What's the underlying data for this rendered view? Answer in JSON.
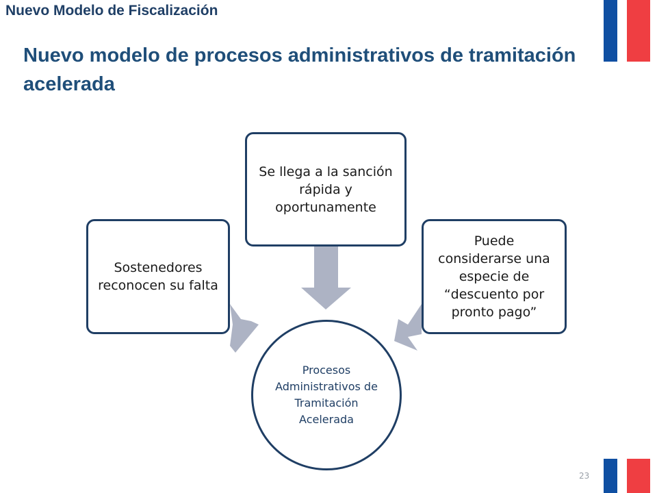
{
  "header": {
    "small_title": "Nuevo Modelo de Fiscalización"
  },
  "slide": {
    "title": "Nuevo modelo de procesos administrativos de tramitación acelerada",
    "page_number": "23"
  },
  "diagram": {
    "center": "Procesos Administrativos de Tramitación Acelerada",
    "left_box": "Sostenedores reconocen su falta",
    "top_box": "Se llega a la sanción rápida y oportunamente",
    "right_box": "Puede considerarse una especie de “descuento por pronto pago”"
  },
  "colors": {
    "title": "#1f4e79",
    "box_border": "#1f3e64",
    "arrow": "#adb3c4",
    "flag_blue": "#0f4fa2",
    "flag_red": "#ef3e42"
  }
}
